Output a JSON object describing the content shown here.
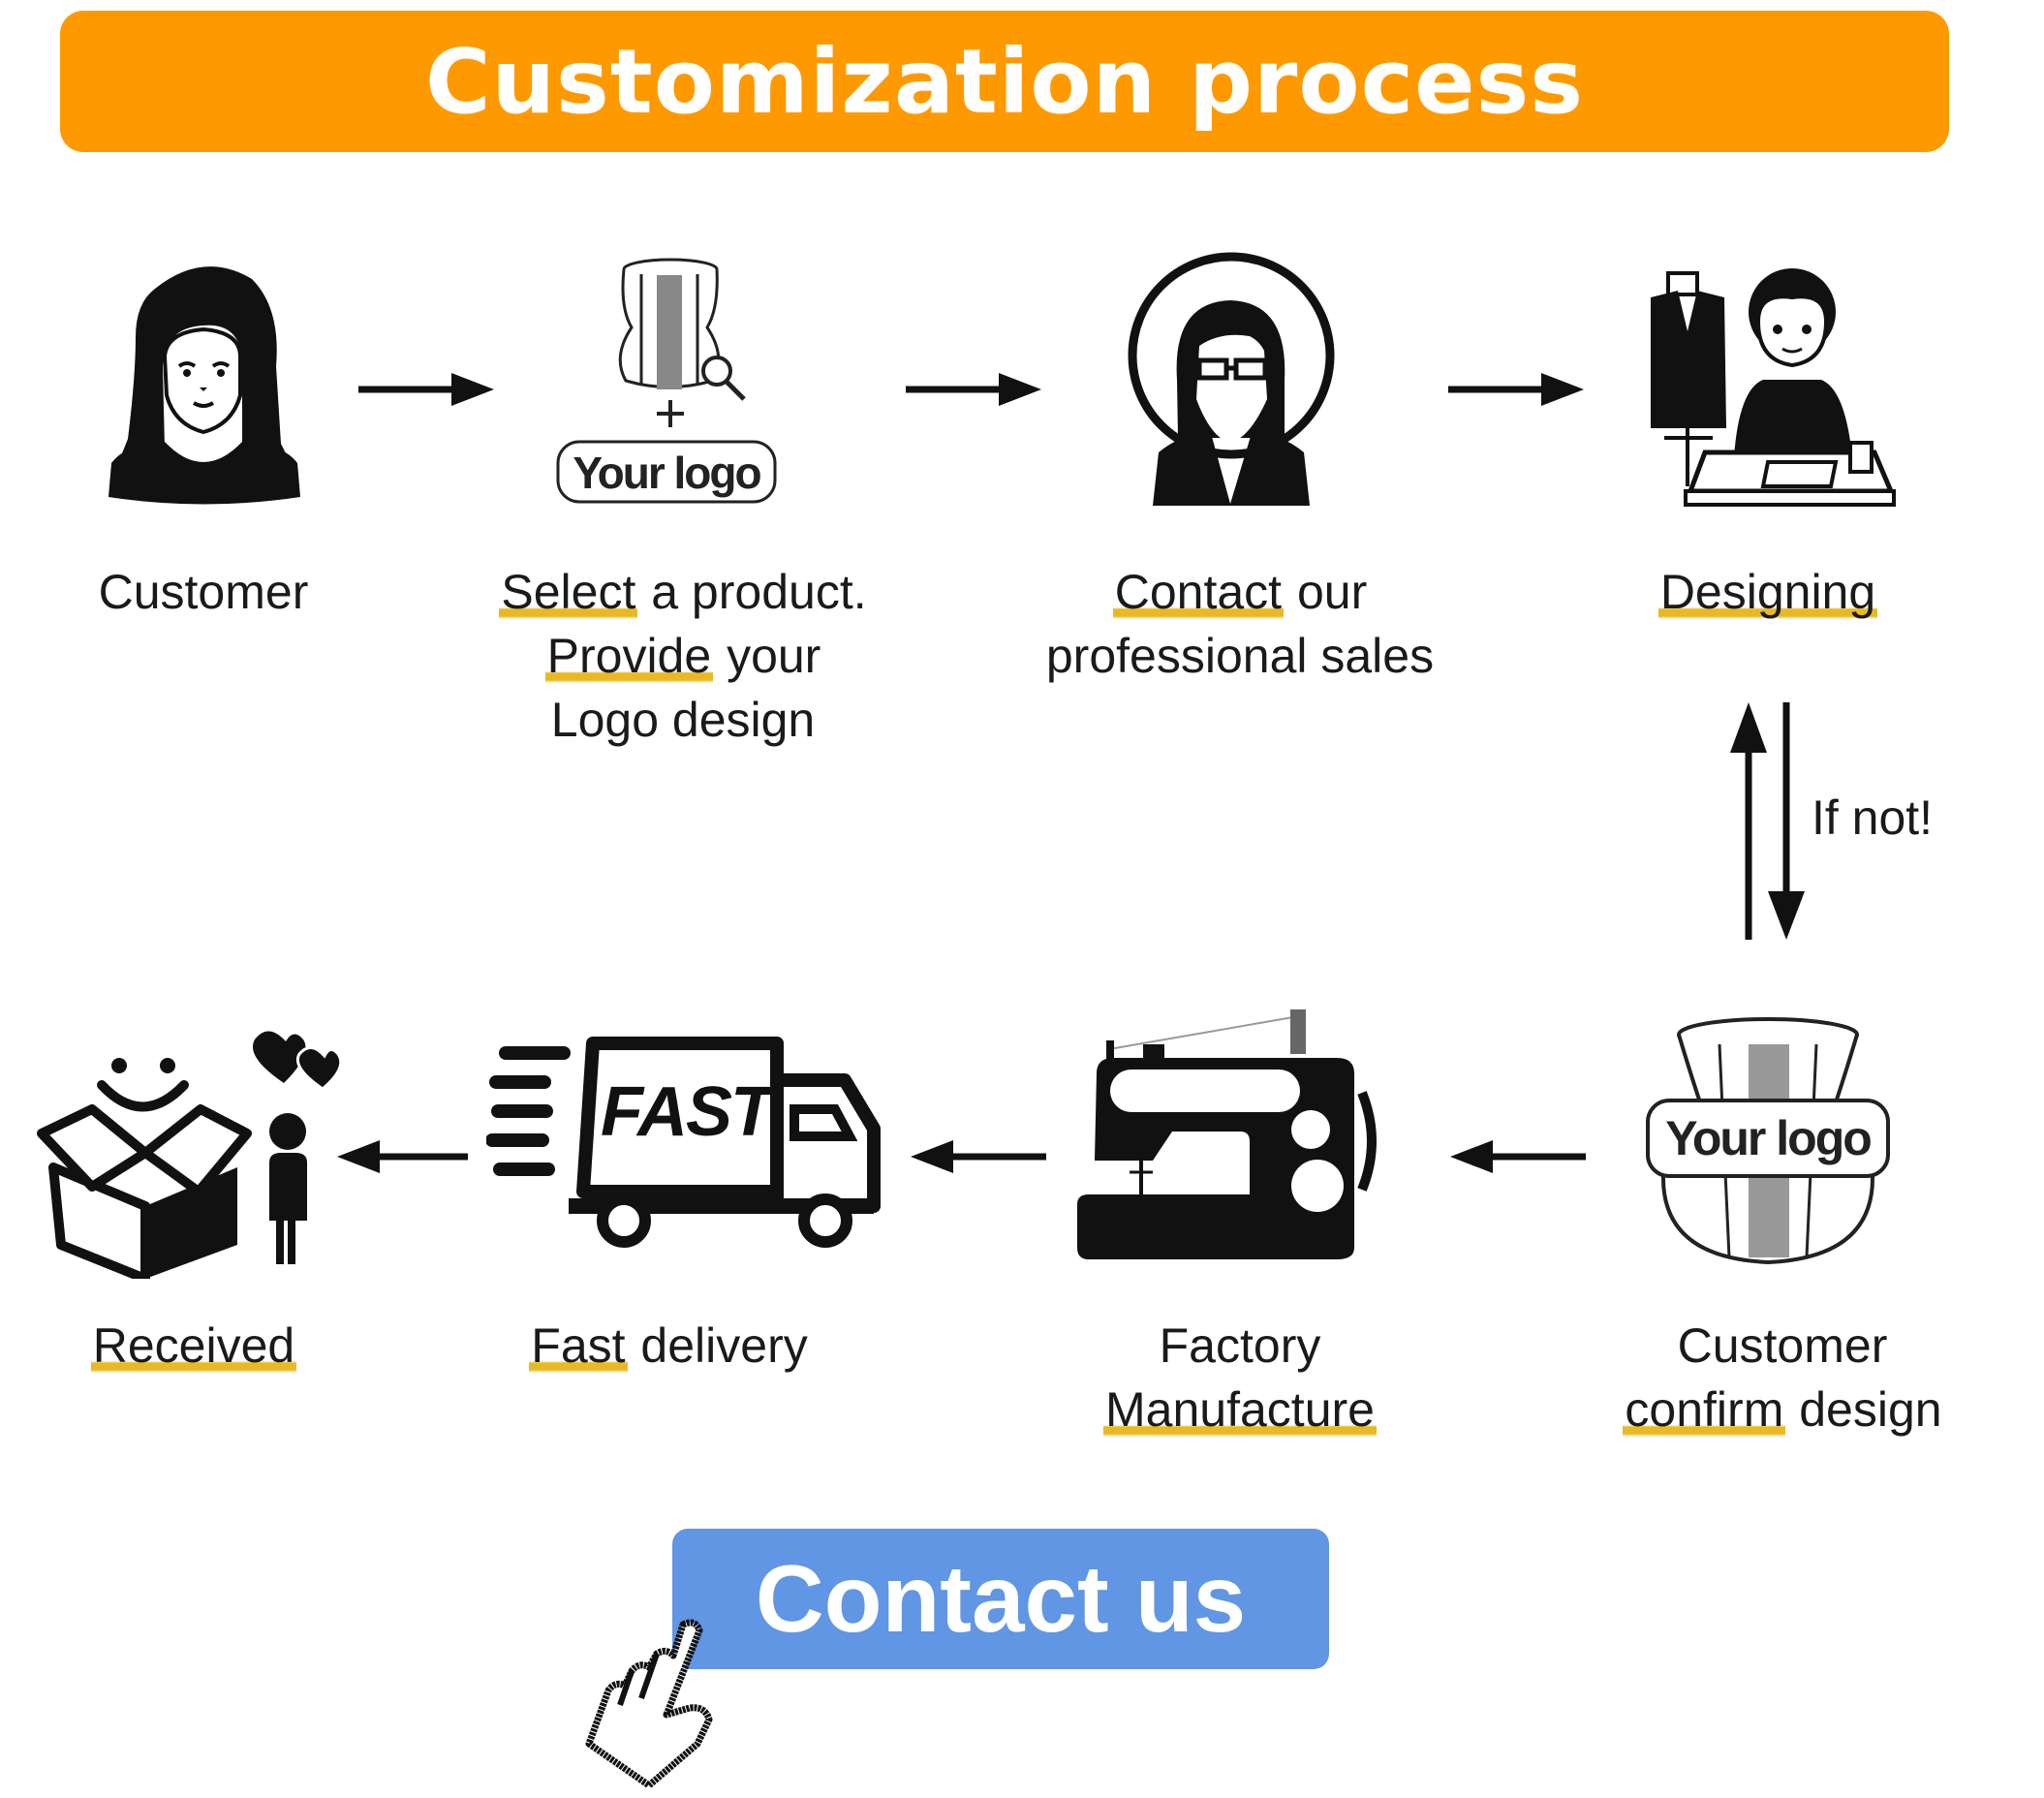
{
  "header": {
    "title": "Customization process",
    "background_color": "#FF9900"
  },
  "colors": {
    "highlight": "#E8B923",
    "contact_button": "#6096E3",
    "ink": "#111111"
  },
  "steps": [
    {
      "id": "customer",
      "icon": "woman-avatar-icon",
      "lines": [
        "Customer"
      ],
      "highlight": []
    },
    {
      "id": "select-product",
      "icon": "corset-with-logo-icon",
      "icon_text": "Your logo",
      "lines": [
        "Select a product.",
        "Provide your",
        "Logo design"
      ],
      "highlight": [
        "Select",
        "Provide"
      ]
    },
    {
      "id": "contact-sales",
      "icon": "sales-agent-icon",
      "lines": [
        "Contact our",
        "professional sales"
      ],
      "highlight": [
        "Contact"
      ]
    },
    {
      "id": "designing",
      "icon": "designer-at-desk-icon",
      "lines": [
        "Designing"
      ],
      "highlight": [
        "Designing"
      ]
    },
    {
      "id": "confirm-design",
      "icon": "corset-logo-badge-icon",
      "icon_text": "Your logo",
      "lines": [
        "Customer",
        "confirm design"
      ],
      "highlight": [
        "confirm"
      ]
    },
    {
      "id": "factory",
      "icon": "sewing-machine-icon",
      "lines": [
        "Factory",
        "Manufacture"
      ],
      "highlight": [
        "Manufacture"
      ]
    },
    {
      "id": "delivery",
      "icon": "delivery-truck-icon",
      "icon_text": "FAST",
      "lines": [
        "Fast delivery"
      ],
      "highlight": [
        "Fast"
      ]
    },
    {
      "id": "received",
      "icon": "happy-box-person-icon",
      "lines": [
        "Received"
      ],
      "highlight": [
        "Received"
      ]
    }
  ],
  "loop": {
    "label": "If not!"
  },
  "cta": {
    "label": "Contact us"
  }
}
